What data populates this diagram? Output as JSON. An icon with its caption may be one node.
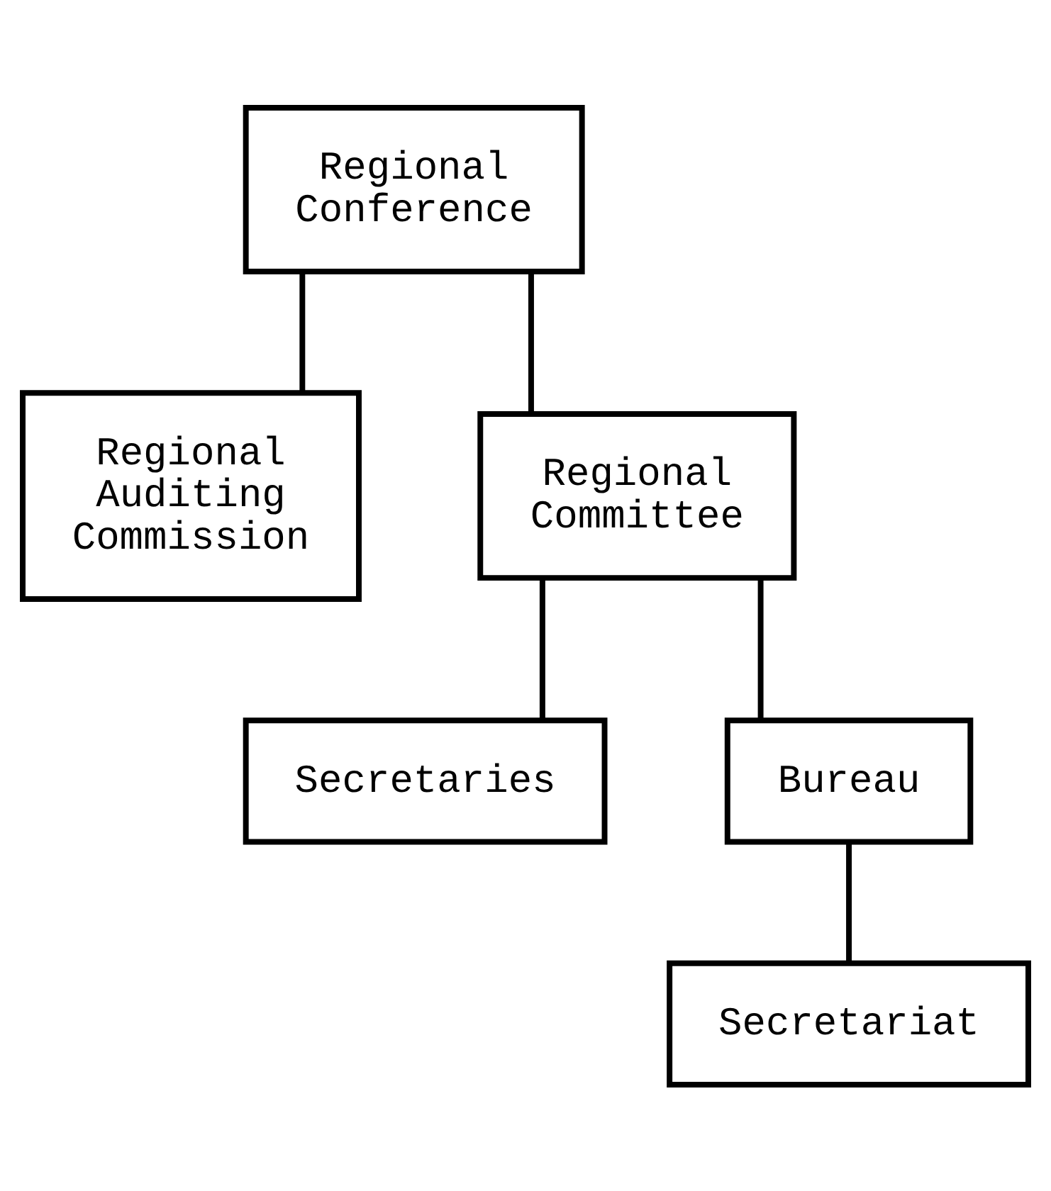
{
  "diagram": {
    "nodes": [
      {
        "text": [
          "Regional Conference"
        ]
      },
      {
        "text": [
          "Regional Auditing Commission"
        ]
      },
      {
        "text": [
          "Regional Committee"
        ]
      },
      {
        "text": [
          "Secretaries"
        ]
      },
      {
        "text": [
          "Bureau"
        ]
      },
      {
        "text": [
          "Secretariat"
        ]
      }
    ],
    "edges": [
      {
        "from": 0,
        "to": 1,
        "arrow": "none"
      },
      {
        "from": 0,
        "to": 2,
        "arrow": "none"
      },
      {
        "from": 2,
        "to": 3,
        "arrow": "none"
      },
      {
        "from": 2,
        "to": 4,
        "arrow": "none"
      },
      {
        "from": 4,
        "to": 5,
        "arrow": "none"
      }
    ]
  }
}
